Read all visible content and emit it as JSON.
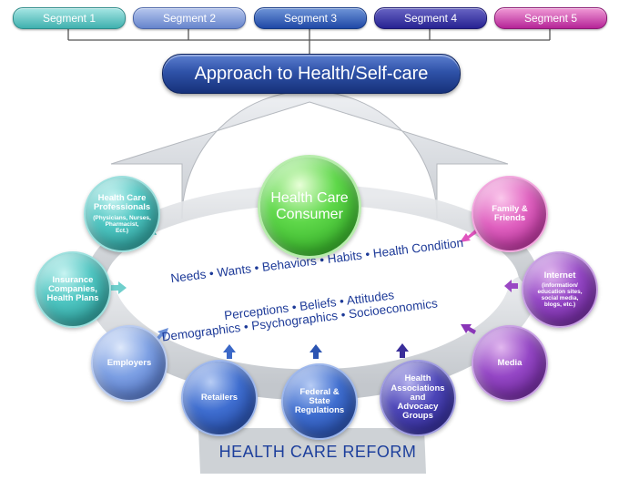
{
  "segments": [
    "Segment 1",
    "Segment 2",
    "Segment 3",
    "Segment 4",
    "Segment 5"
  ],
  "title": "Approach to Health/Self-care",
  "center": {
    "line1": "Health Care",
    "line2": "Consumer"
  },
  "nodes": {
    "hcp": {
      "line1": "Health Care",
      "line2": "Professionals",
      "sub1": "(Physicians, Nurses,",
      "sub2": "Pharmacist,",
      "sub3": "Ect.)"
    },
    "insurance": {
      "line1": "Insurance",
      "line2": "Companies,",
      "line3": "Health Plans"
    },
    "employers": {
      "label": "Employers"
    },
    "retailers": {
      "label": "Retailers"
    },
    "federal": {
      "line1": "Federal &",
      "line2": "State",
      "line3": "Regulations"
    },
    "assoc": {
      "line1": "Health",
      "line2": "Associations",
      "line3": "and",
      "line4": "Advocacy",
      "line5": "Groups"
    },
    "media": {
      "label": "Media"
    },
    "internet": {
      "line1": "Internet",
      "sub1": "(information/",
      "sub2": "education sites,",
      "sub3": "social media,",
      "sub4": "blogs, etc.)"
    },
    "family": {
      "line1": "Family &",
      "line2": "Friends"
    }
  },
  "factors": {
    "row1": "Needs • Wants • Behaviors • Habits • Health Condition",
    "row2": "Perceptions • Beliefs • Attitudes",
    "row3": "Demographics • Psychographics • Socioeconomics"
  },
  "footer": "HEALTH CARE REFORM"
}
